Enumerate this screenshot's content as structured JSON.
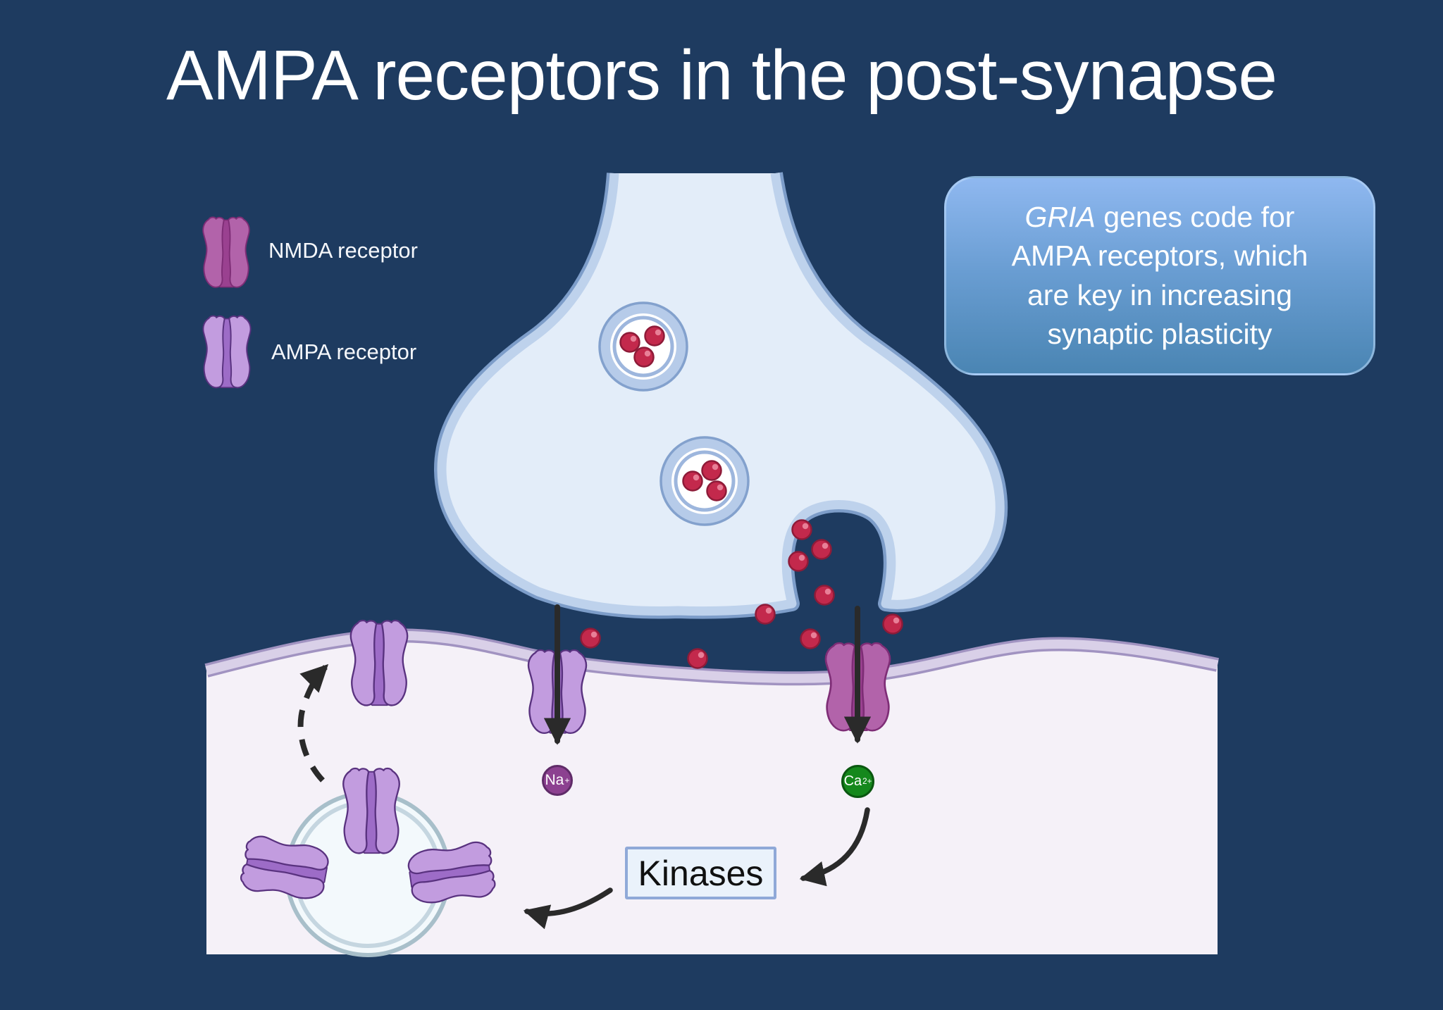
{
  "title": "AMPA receptors in the post-synapse",
  "legend": {
    "items": [
      {
        "id": "nmda",
        "label": "NMDA receptor"
      },
      {
        "id": "ampa",
        "label": "AMPA receptor"
      }
    ]
  },
  "info_box": {
    "gene_italic": "GRIA",
    "text_rest": " genes code for AMPA receptors, which are key in increasing synaptic plasticity"
  },
  "process": {
    "kinases_label": "Kinases"
  },
  "ions": {
    "na": {
      "base": "Na",
      "sup": "+"
    },
    "ca": {
      "base": "Ca",
      "sup": "2+"
    }
  },
  "icons": {
    "nmda_receptor": "nmda-receptor-icon",
    "ampa_receptor": "ampa-receptor-icon",
    "synaptic_vesicle": "synaptic-vesicle-icon",
    "recycling_vesicle": "recycling-vesicle-icon",
    "neurotransmitter": "neurotransmitter-dot-icon",
    "ion_flow_arrow": "down-arrow-icon",
    "signal_arrow": "curved-arrow-icon",
    "insertion_arrow": "dashed-curved-arrow-icon"
  },
  "colors": {
    "background_navy": "#1e3b60",
    "presynaptic_fill": "#e3edf9",
    "presynaptic_membrane": "#bed2ec",
    "presynaptic_edge": "#7d9dc9",
    "postsynaptic_fill": "#f5f1f8",
    "postsynaptic_membrane": "#d9d0e8",
    "postsynaptic_edge": "#a193c1",
    "ampa_purple": "#c29cdf",
    "nmda_magenta": "#b263aa",
    "neurotransmitter_red": "#c3294c",
    "sodium_badge": "#8c4190",
    "calcium_badge": "#15881c",
    "info_box_top": "#8fb8f0",
    "info_box_bottom": "#4a85b3",
    "arrow_dark": "#2a2a2a"
  }
}
